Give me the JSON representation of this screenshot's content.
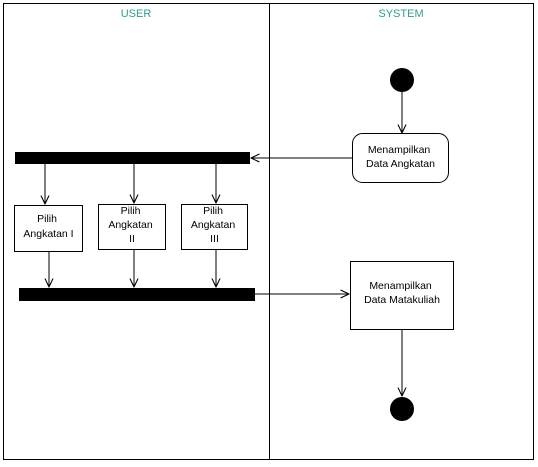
{
  "colors": {
    "lane_title": "#2e9e8c",
    "stroke": "#000000",
    "fill": "#ffffff",
    "bar": "#000000"
  },
  "lanes": [
    {
      "id": "user",
      "title": "USER"
    },
    {
      "id": "system",
      "title": "SYSTEM"
    }
  ],
  "nodes": {
    "start": {
      "type": "initial-node",
      "lane": "system"
    },
    "show_angkatan": {
      "type": "action",
      "lane": "system",
      "lines": [
        "Menampilkan",
        "Data Angkatan"
      ]
    },
    "fork": {
      "type": "fork-bar",
      "lane": "user"
    },
    "pilih_1": {
      "type": "action",
      "lane": "user",
      "lines": [
        "Pilih",
        "Angkatan I"
      ]
    },
    "pilih_2": {
      "type": "action",
      "lane": "user",
      "lines": [
        "Pilih",
        "Angkatan",
        "II"
      ]
    },
    "pilih_3": {
      "type": "action",
      "lane": "user",
      "lines": [
        "Pilih",
        "Angkatan",
        "III"
      ]
    },
    "join": {
      "type": "join-bar",
      "lane": "user"
    },
    "show_matakuliah": {
      "type": "action",
      "lane": "system",
      "lines": [
        "Menampilkan",
        "Data Matakuliah"
      ]
    },
    "end": {
      "type": "final-node",
      "lane": "system"
    }
  },
  "edges": [
    {
      "from": "start",
      "to": "show_angkatan"
    },
    {
      "from": "show_angkatan",
      "to": "fork"
    },
    {
      "from": "fork",
      "to": "pilih_1"
    },
    {
      "from": "fork",
      "to": "pilih_2"
    },
    {
      "from": "fork",
      "to": "pilih_3"
    },
    {
      "from": "pilih_1",
      "to": "join"
    },
    {
      "from": "pilih_2",
      "to": "join"
    },
    {
      "from": "pilih_3",
      "to": "join"
    },
    {
      "from": "join",
      "to": "show_matakuliah"
    },
    {
      "from": "show_matakuliah",
      "to": "end"
    }
  ]
}
